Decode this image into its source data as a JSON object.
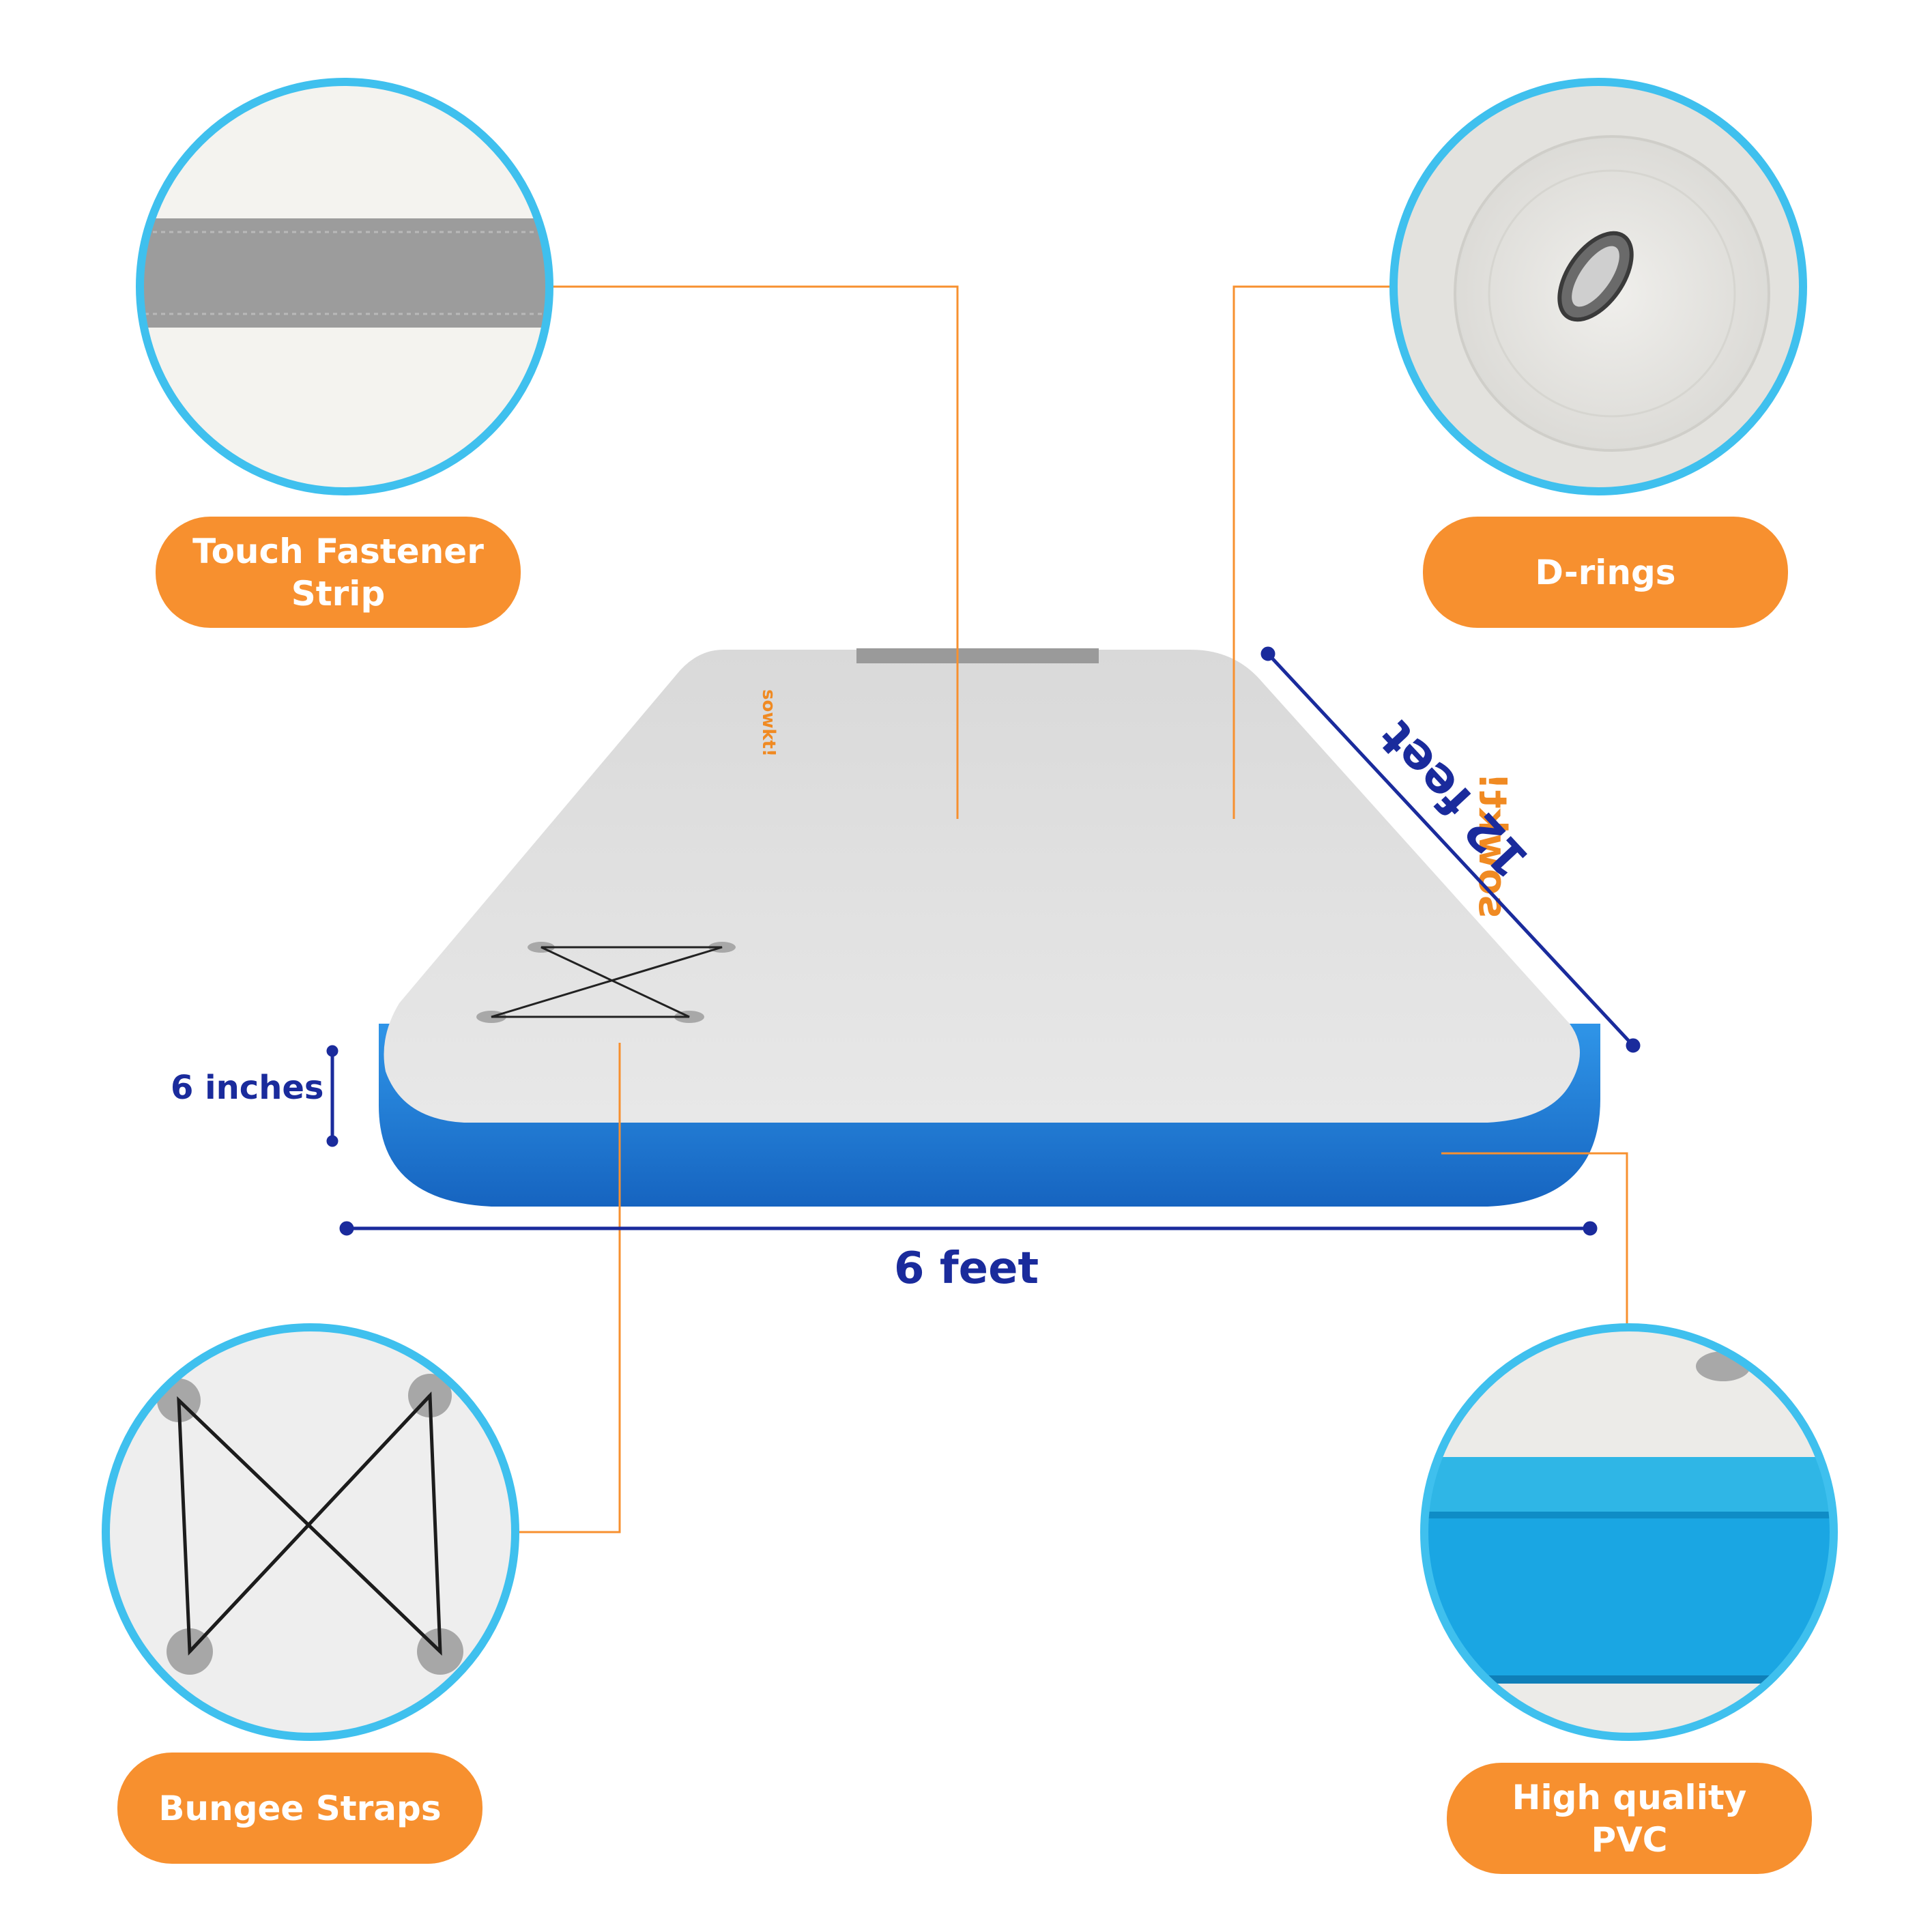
{
  "features": {
    "touch_fastener": {
      "line1": "Touch Fastener",
      "line2": "Strip"
    },
    "d_rings": {
      "line1": "D-rings"
    },
    "bungee_straps": {
      "line1": "Bungee Straps"
    },
    "pvc": {
      "line1": "High quality",
      "line2": "PVC"
    }
  },
  "dimensions": {
    "length": "12 feet",
    "width": "6 feet",
    "thickness": "6 inches"
  },
  "brand": {
    "logo_text": "sowkt!"
  },
  "colors": {
    "accent_orange": "#f7902f",
    "circle_border": "#3fc0ee",
    "dimension_blue": "#1a2b9c",
    "mat_top": "#e4e4e4",
    "mat_side": "#1e78d0"
  }
}
